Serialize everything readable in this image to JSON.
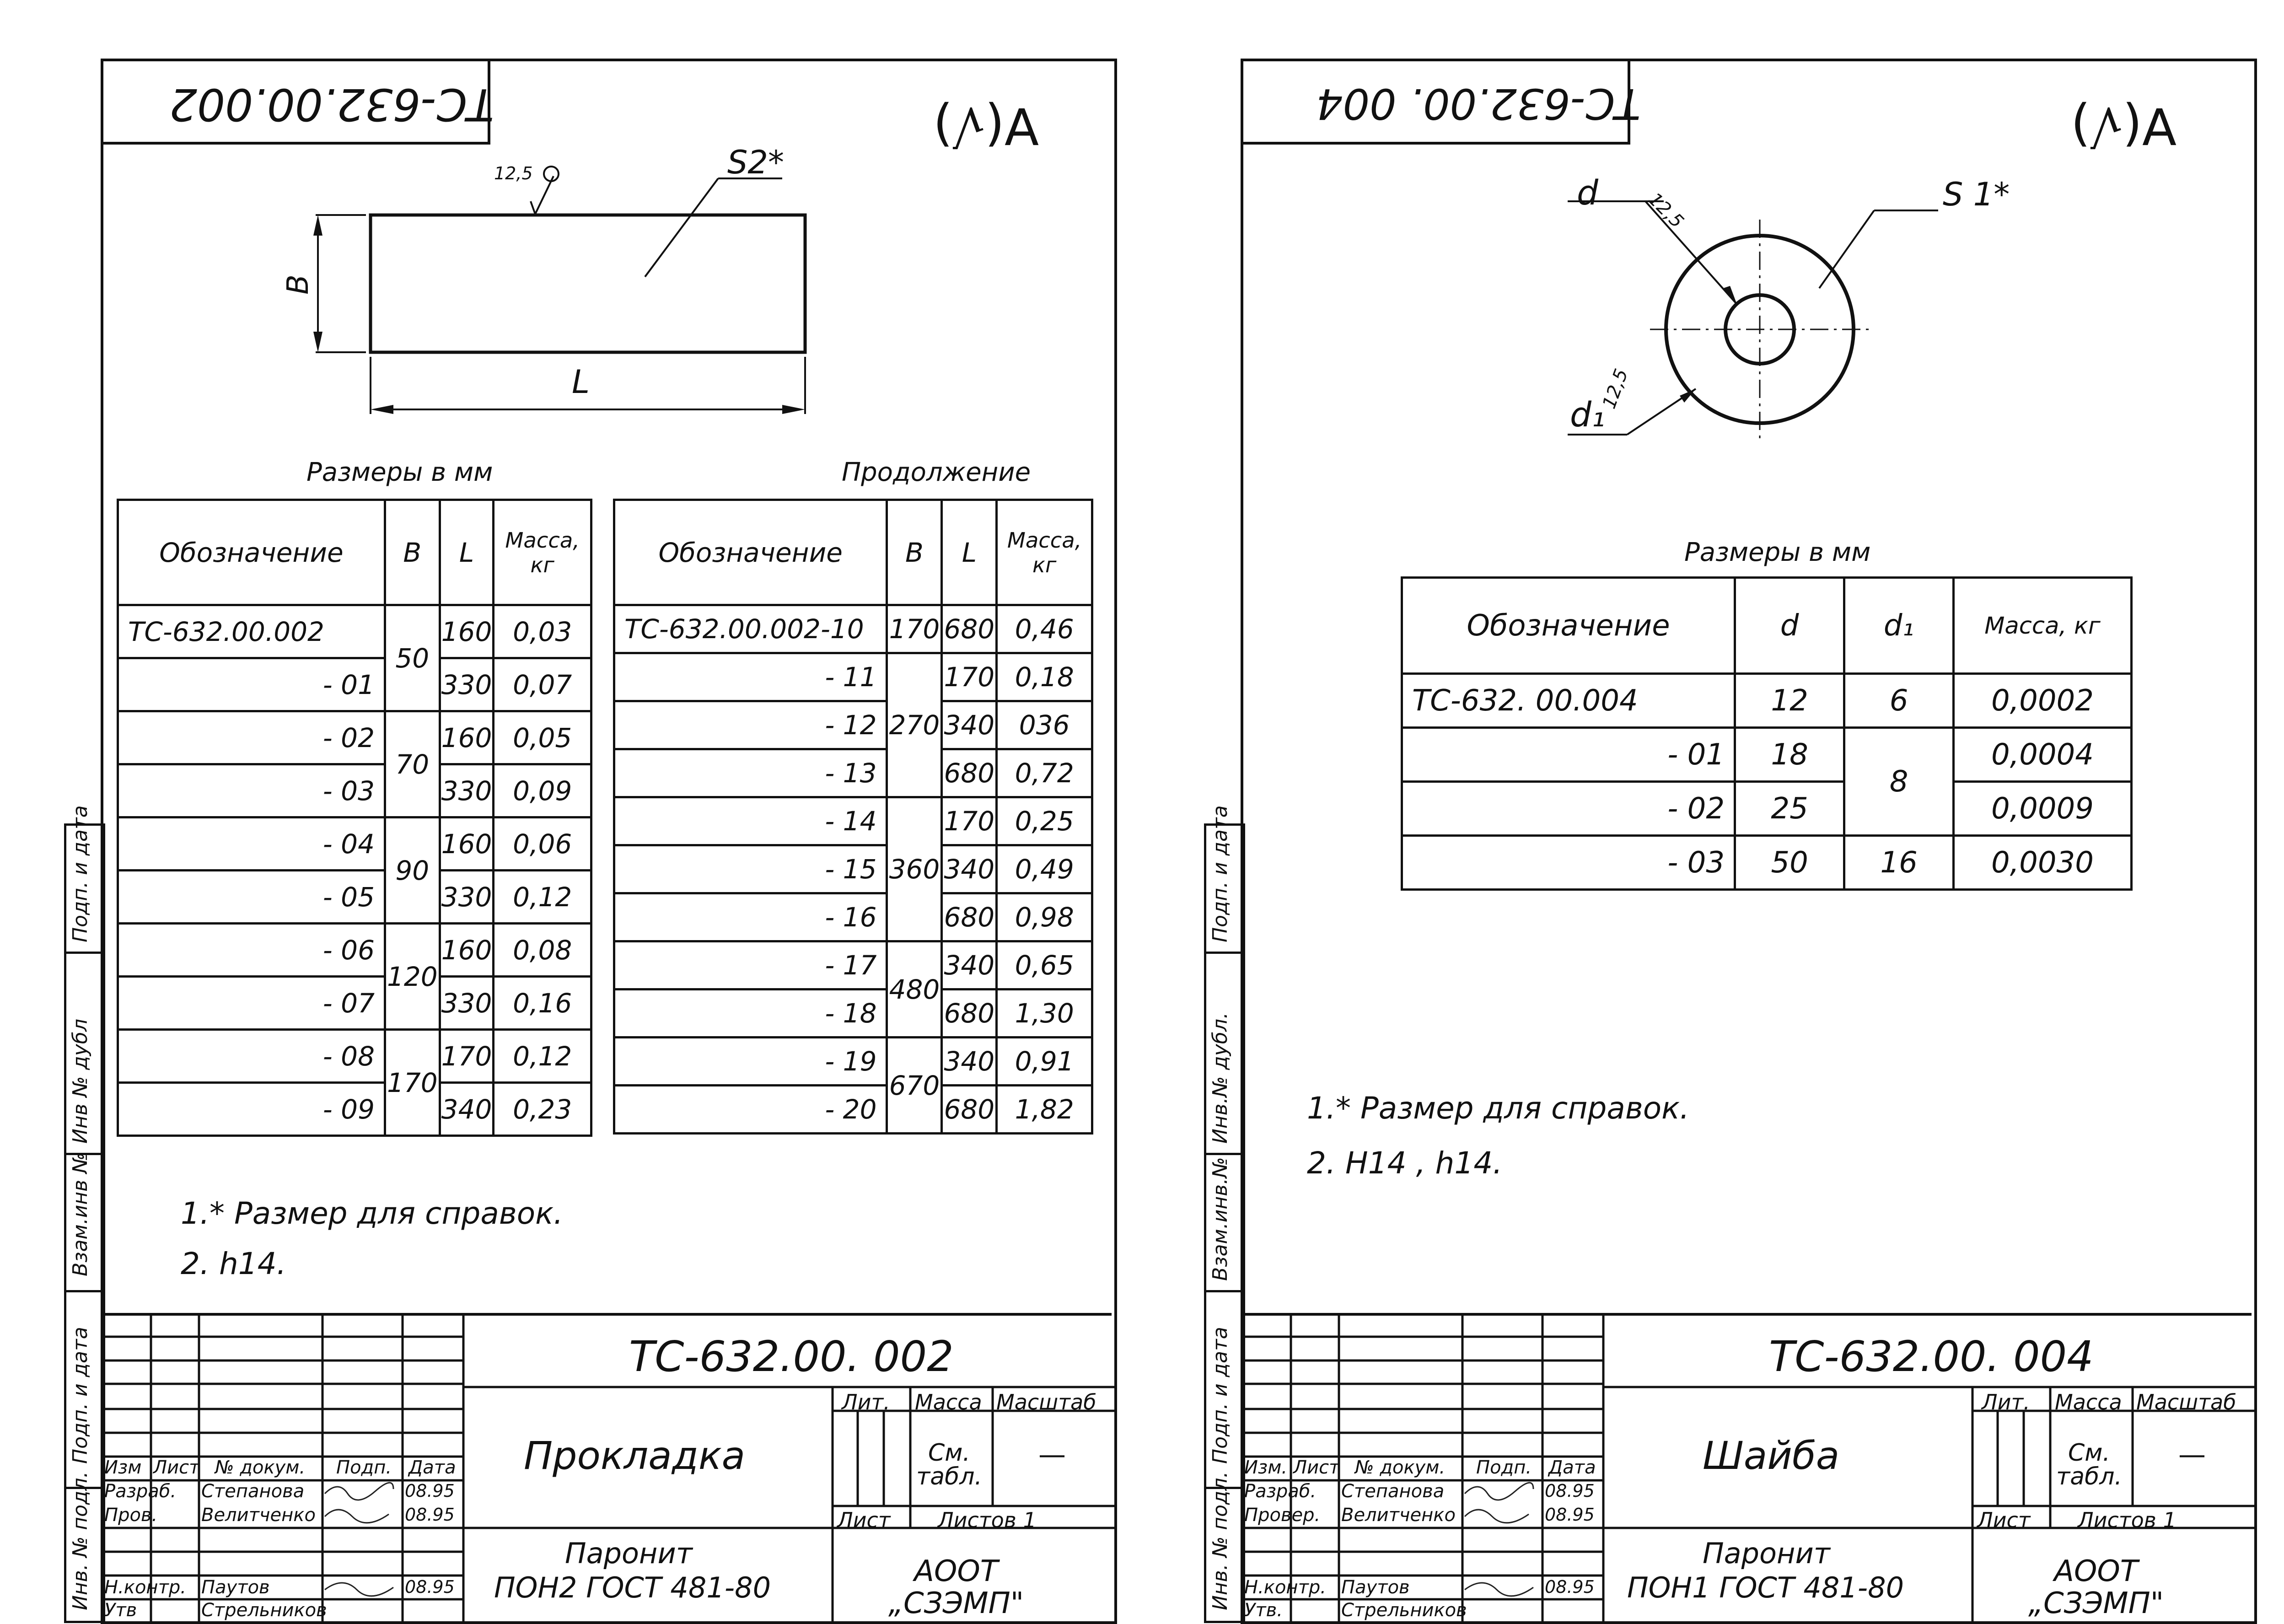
{
  "left_sheet": {
    "rotated_code": "ТС-632.00.002",
    "roughness_mark": "∀(√)",
    "drawing": {
      "roughness": "12,5",
      "thickness_label": "S2*",
      "width_label": "В",
      "length_label": "L"
    },
    "table_title_main": "Размеры в мм",
    "table_title_cont": "Продолжение",
    "headers": [
      "Обозначение",
      "В",
      "L",
      "Масса, кг"
    ],
    "rows_main": [
      [
        "ТС-632.00.002",
        "50",
        "160",
        "0,03"
      ],
      [
        "- 01",
        "",
        "330",
        "0,07"
      ],
      [
        "- 02",
        "70",
        "160",
        "0,05"
      ],
      [
        "- 03",
        "",
        "330",
        "0,09"
      ],
      [
        "- 04",
        "90",
        "160",
        "0,06"
      ],
      [
        "- 05",
        "",
        "330",
        "0,12"
      ],
      [
        "- 06",
        "120",
        "160",
        "0,08"
      ],
      [
        "- 07",
        "",
        "330",
        "0,16"
      ],
      [
        "- 08",
        "170",
        "170",
        "0,12"
      ],
      [
        "- 09",
        "",
        "340",
        "0,23"
      ]
    ],
    "rows_cont": [
      [
        "ТС-632.00.002-10",
        "170",
        "680",
        "0,46"
      ],
      [
        "- 11",
        "270",
        "170",
        "0,18"
      ],
      [
        "- 12",
        "",
        "340",
        "036"
      ],
      [
        "- 13",
        "",
        "680",
        "0,72"
      ],
      [
        "- 14",
        "360",
        "170",
        "0,25"
      ],
      [
        "- 15",
        "",
        "340",
        "0,49"
      ],
      [
        "- 16",
        "",
        "680",
        "0,98"
      ],
      [
        "- 17",
        "480",
        "340",
        "0,65"
      ],
      [
        "- 18",
        "",
        "680",
        "1,30"
      ],
      [
        "- 19",
        "670",
        "340",
        "0,91"
      ],
      [
        "- 20",
        "",
        "680",
        "1,82"
      ]
    ],
    "notes": [
      "1.* Размер для справок.",
      "2. h14."
    ],
    "title_block": {
      "code": "ТС-632.00. 002",
      "name": "Прокладка",
      "material_1": "Паронит",
      "material_2": "ПОН2 ГОСТ 481-80",
      "lit": "Лит.",
      "mass": "Масса",
      "scale": "Масштаб",
      "mass_value": "См. табл.",
      "scale_value": "—",
      "sheet": "Лист",
      "sheets": "Листов 1",
      "org": "АООТ „СЗЭМП\"",
      "hdr": [
        "Изм",
        "Лист",
        "№ докум.",
        "Подп.",
        "Дата"
      ],
      "people": [
        [
          "Разраб.",
          "Степанова",
          "08.95"
        ],
        [
          "Пров.",
          "Велитченко",
          "08.95"
        ],
        [
          "Н.контр.",
          "Паутов",
          "08.95"
        ],
        [
          "Утв",
          "Стрельников",
          ""
        ]
      ]
    },
    "side_labels": [
      "Инв. № подл.",
      "Подп. и дата",
      "Взам.инв №",
      "Инв № дубл",
      "Подп. и дата"
    ]
  },
  "right_sheet": {
    "rotated_code": "ТС-632.00. 004",
    "roughness_mark": "∀(√)",
    "drawing": {
      "d_label": "d",
      "d1_label": "d₁",
      "roughness": "12,5",
      "thickness_label": "S 1*"
    },
    "table_title": "Размеры в мм",
    "headers": [
      "Обозначение",
      "d",
      "d₁",
      "Масса, кг"
    ],
    "rows": [
      [
        "ТС-632. 00.004",
        "12",
        "6",
        "0,0002"
      ],
      [
        "- 01",
        "18",
        "8",
        "0,0004"
      ],
      [
        "- 02",
        "25",
        "",
        "0,0009"
      ],
      [
        "- 03",
        "50",
        "16",
        "0,0030"
      ]
    ],
    "notes": [
      "1.* Размер для справок.",
      "2. Н14 , h14."
    ],
    "title_block": {
      "code": "ТС-632.00. 004",
      "name": "Шайба",
      "material_1": "Паронит",
      "material_2": "ПОН1 ГОСТ 481-80",
      "lit": "Лит.",
      "mass": "Масса",
      "scale": "Масштаб",
      "mass_value": "См. табл.",
      "scale_value": "—",
      "sheet": "Лист",
      "sheets": "Листов 1",
      "org": "АООТ „СЗЭМП\"",
      "hdr": [
        "Изм.",
        "Лист",
        "№ докум.",
        "Подп.",
        "Дата"
      ],
      "people": [
        [
          "Разраб.",
          "Степанова",
          "08.95"
        ],
        [
          "Провер.",
          "Велитченко",
          "08.95"
        ],
        [
          "Н.контр.",
          "Паутов",
          "08.95"
        ],
        [
          "Утв.",
          "Стрельников",
          ""
        ]
      ]
    },
    "side_labels": [
      "Инв. № подл.",
      "Подп. и дата",
      "Взам.инв.№",
      "Инв.№ дубл.",
      "Подп. и дата"
    ]
  }
}
